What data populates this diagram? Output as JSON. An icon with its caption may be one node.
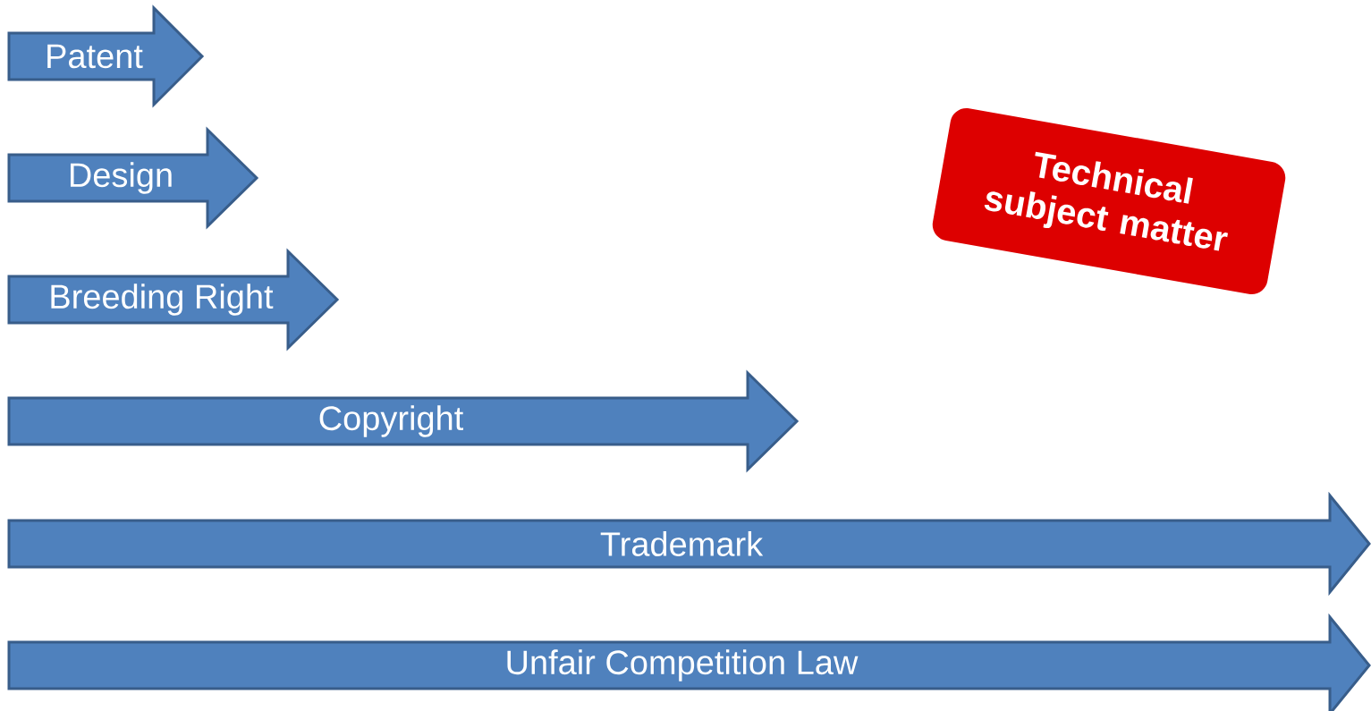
{
  "diagram": {
    "nodes": [
      {
        "text": [
          "Patent"
        ]
      },
      {
        "text": [
          "Design"
        ]
      },
      {
        "text": [
          "Breeding Right"
        ]
      },
      {
        "text": [
          "Copyright"
        ]
      },
      {
        "text": [
          "Trademark"
        ]
      },
      {
        "text": [
          "Unfair Competition Law"
        ]
      },
      {
        "text": [
          "Technical subject matter"
        ]
      }
    ]
  }
}
